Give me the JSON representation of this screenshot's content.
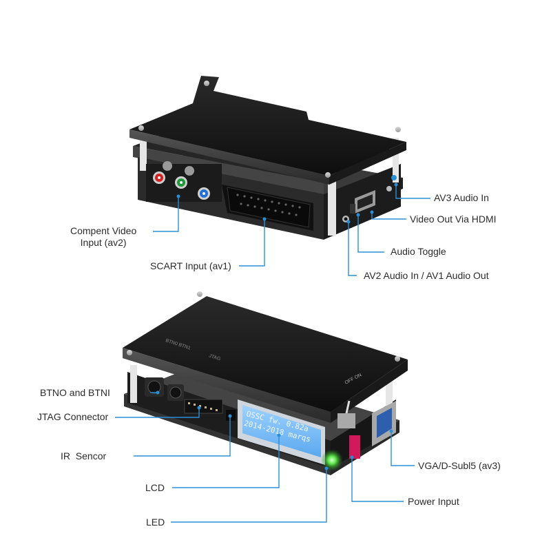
{
  "accent_color": "#2b8fd6",
  "top_device": {
    "labels": {
      "component_video": "Compent Video\nInput (av2)",
      "scart": "SCART Input (av1)",
      "av3_audio": "AV3 Audio In",
      "hdmi_out": "Video Out Via HDMI",
      "audio_toggle": "Audio Toggle",
      "av2_audio": "AV2 Audio In / AV1 Audio Out"
    }
  },
  "bottom_device": {
    "silkscreen": {
      "buttons": "BTN0  BTN1",
      "jtag": "JTAG",
      "power_switch": "OFF ON"
    },
    "lcd": {
      "line1": "OSSC fw. 0.82a",
      "line2": "2014-2018 marqs"
    },
    "labels": {
      "buttons": "BTNO and BTNI",
      "jtag": "JTAG Connector",
      "ir": "IR  Sencor",
      "lcd": "LCD",
      "led": "LED",
      "vga": "VGA/D-Subl5 (av3)",
      "power": "Power Input"
    }
  }
}
